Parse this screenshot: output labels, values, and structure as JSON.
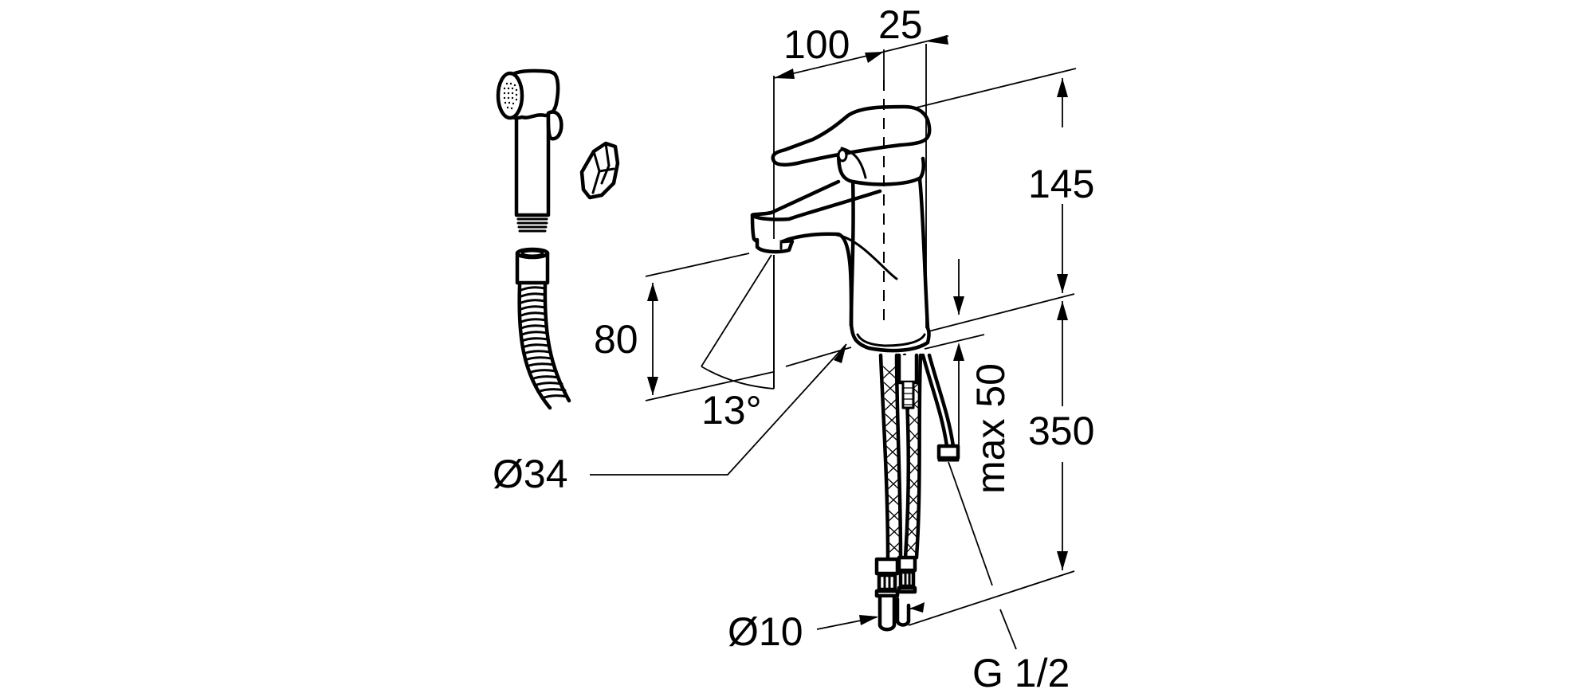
{
  "drawing": {
    "title": "Single-lever basin mixer with hand shower - dimensional drawing",
    "background_color": "#ffffff",
    "line_color": "#000000",
    "components": [
      {
        "id": "hand-shower",
        "name": "Hand shower head"
      },
      {
        "id": "wall-bracket",
        "name": "Wall holder / bracket"
      },
      {
        "id": "shower-hose",
        "name": "Flexible shower hose"
      },
      {
        "id": "basin-mixer",
        "name": "Basin mixer with lever handle"
      },
      {
        "id": "supply-hoses",
        "name": "Braided flexible supply hoses"
      },
      {
        "id": "shower-outlet",
        "name": "Shower hose connector"
      }
    ],
    "dimensions": {
      "d100": "100",
      "d25": "25",
      "d145": "145",
      "d80": "80",
      "angle13": "13°",
      "max50": "max 50",
      "d350": "350",
      "dia34": "Ø34",
      "dia10": "Ø10",
      "thread": "G 1/2"
    }
  }
}
